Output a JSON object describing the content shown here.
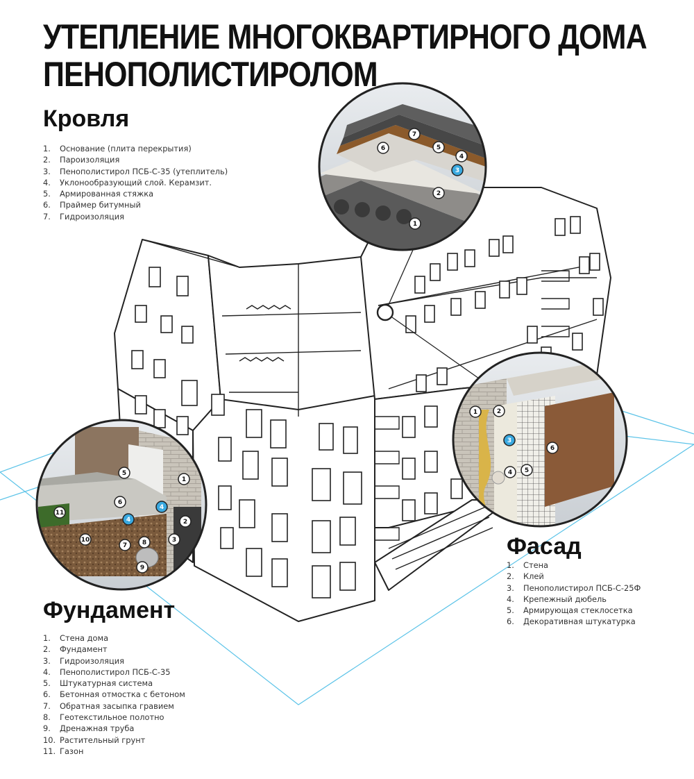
{
  "title": {
    "line1": "УТЕПЛЕНИЕ МНОГОКВАРТИРНОГО ДОМА",
    "line2": "ПЕНОПОЛИСТИРОЛОМ"
  },
  "roof": {
    "heading": "Кровля",
    "items": [
      {
        "num": "1.",
        "label": "Основание (плита перекрытия)"
      },
      {
        "num": "2.",
        "label": "Пароизоляция"
      },
      {
        "num": "3.",
        "label": "Пенополистирол ПСБ-С-35 (утеплитель)"
      },
      {
        "num": "4.",
        "label": "Уклонообразующий слой. Керамзит."
      },
      {
        "num": "5.",
        "label": "Армированная стяжка"
      },
      {
        "num": "6.",
        "label": "Праймер битумный"
      },
      {
        "num": "7.",
        "label": "Гидроизоляция"
      }
    ],
    "badges": [
      "7",
      "6",
      "5",
      "4",
      "3",
      "2",
      "1"
    ]
  },
  "facade": {
    "heading": "Фасад",
    "items": [
      {
        "num": "1.",
        "label": "Стена"
      },
      {
        "num": "2.",
        "label": "Клей"
      },
      {
        "num": "3.",
        "label": "Пенополистирол ПСБ-С-25Ф"
      },
      {
        "num": "4.",
        "label": "Крепежный дюбель"
      },
      {
        "num": "5.",
        "label": "Армирующая стеклосетка"
      },
      {
        "num": "6.",
        "label": "Декоративная штукатурка"
      }
    ],
    "badges": [
      "1",
      "2",
      "3",
      "6",
      "4",
      "5"
    ]
  },
  "foundation": {
    "heading": "Фундамент",
    "items": [
      {
        "num": "1.",
        "label": "Стена дома"
      },
      {
        "num": "2.",
        "label": "Фундамент"
      },
      {
        "num": "3.",
        "label": "Гидроизоляция"
      },
      {
        "num": "4.",
        "label": "Пенополистирол ПСБ-С-35"
      },
      {
        "num": "5.",
        "label": "Штукатурная система"
      },
      {
        "num": "6.",
        "label": "Бетонная отмостка с бетоном"
      },
      {
        "num": "7.",
        "label": "Обратная засыпка гравием"
      },
      {
        "num": "8.",
        "label": "Геотекстильное полотно"
      },
      {
        "num": "9.",
        "label": "Дренажная труба"
      },
      {
        "num": "10.",
        "label": "Растительный грунт"
      },
      {
        "num": "11.",
        "label": "Газон"
      }
    ],
    "badges": [
      "1",
      "5",
      "6",
      "4",
      "4",
      "2",
      "11",
      "3",
      "10",
      "7",
      "8",
      "9"
    ]
  },
  "colors": {
    "highlight_badge": "#3aa9e0",
    "ground_plane": "#5bc3e8",
    "outline": "#222222"
  }
}
